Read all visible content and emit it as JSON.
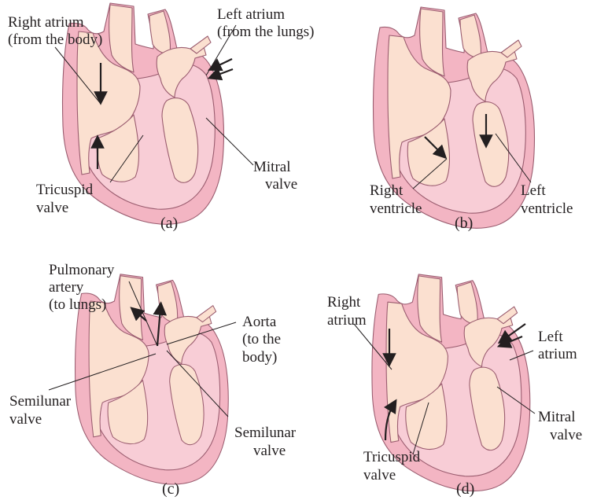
{
  "panels": [
    {
      "caption": "(a)",
      "labels": [
        "Right atrium",
        "(from the body)",
        "Left atrium",
        "(from the lungs)",
        "Mitral",
        "valve",
        "Tricuspid",
        "valve"
      ]
    },
    {
      "caption": "(b)",
      "labels": [
        "Right",
        "ventricle",
        "Left",
        "ventricle"
      ]
    },
    {
      "caption": "(c)",
      "labels": [
        "Pulmonary",
        "artery",
        "(to lungs)",
        "Aorta",
        "(to the",
        "body)",
        "Semilunar",
        "valve",
        "Semilunar",
        "valve"
      ]
    },
    {
      "caption": "(d)",
      "labels": [
        "Right",
        "atrium",
        "Left",
        "atrium",
        "Mitral",
        "valve",
        "Tricuspid",
        "valve"
      ]
    }
  ],
  "colors": {
    "heart_outer": "#f3b5c3",
    "heart_muscle": "#f8cdd6",
    "chamber": "#fbe0d0",
    "outline": "#9a5c6f",
    "text": "#231f20"
  }
}
